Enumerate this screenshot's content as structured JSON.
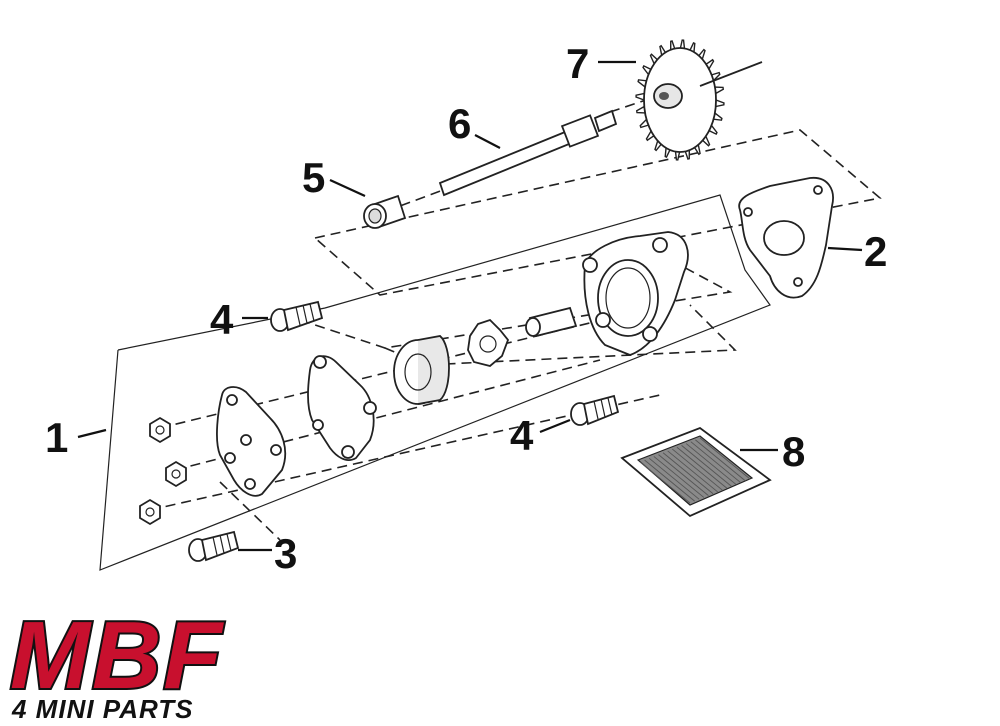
{
  "callouts": [
    "1",
    "2",
    "3",
    "4",
    "4",
    "5",
    "6",
    "7",
    "8"
  ],
  "logo": {
    "main": "MBF",
    "sub": "4 MINI PARTS",
    "color": "#c8102e"
  }
}
